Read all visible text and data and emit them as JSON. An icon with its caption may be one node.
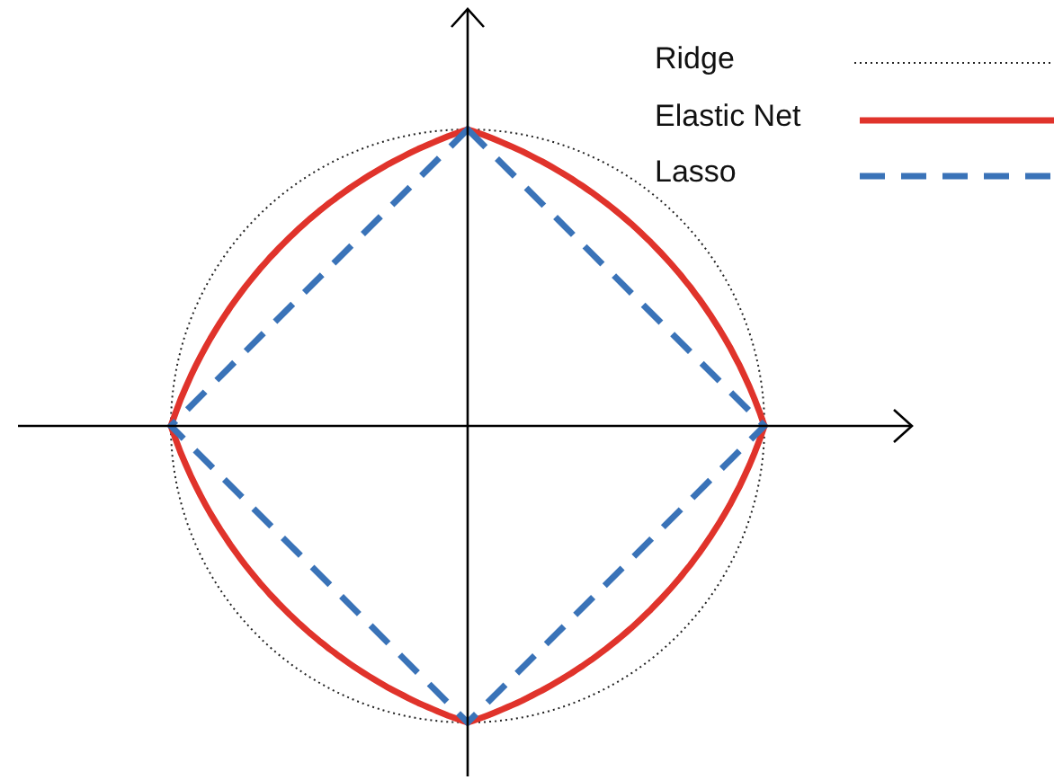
{
  "diagram": {
    "legend": [
      {
        "text": "Ridge"
      },
      {
        "text": "Elastic Net"
      },
      {
        "text": "Lasso"
      }
    ]
  }
}
